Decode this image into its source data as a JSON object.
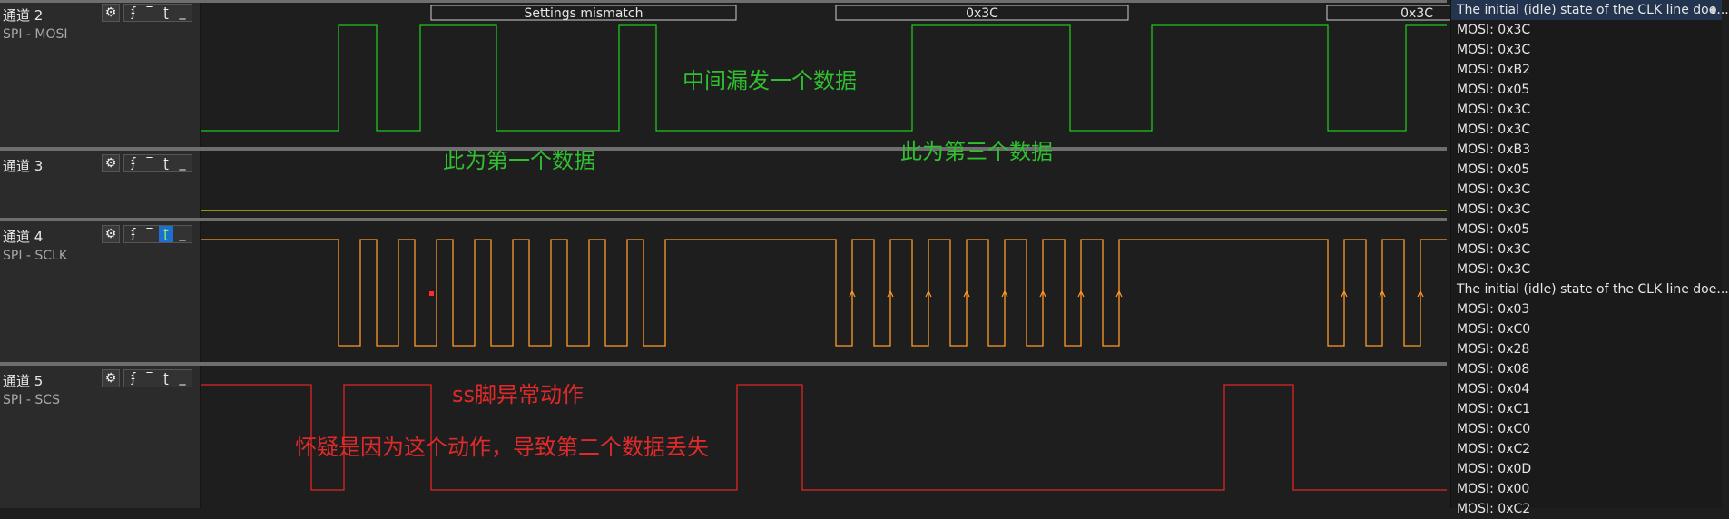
{
  "channels": [
    {
      "title": "通道 2",
      "subtitle": "SPI - MOSI"
    },
    {
      "title": "通道 3",
      "subtitle": ""
    },
    {
      "title": "通道 4",
      "subtitle": "SPI - SCLK"
    },
    {
      "title": "通道 5",
      "subtitle": "SPI - SCS"
    }
  ],
  "tools": {
    "gear": "⚙",
    "rising": "ʄ",
    "high": "‾",
    "falling": "ʈ",
    "low": "_"
  },
  "decode_bubbles": [
    "Settings mismatch",
    "0x3C",
    "0x3C"
  ],
  "annotations": {
    "missed_middle": "中间漏发一个数据",
    "first_data": "此为第一个数据",
    "third_data": "此为第三个数据",
    "ss_abnormal": "ss脚异常动作",
    "suspect": "怀疑是因为这个动作，导致第二个数据丢失"
  },
  "colors": {
    "mosi": "#1fc41f",
    "ch3": "#d8d800",
    "sclk": "#ff9a2a",
    "scs": "#e02424",
    "annot_green": "#2fbf2f",
    "annot_red": "#e02a2a"
  },
  "list_items": [
    "The initial (idle) state of the CLK line doe...",
    "MOSI: 0x3C",
    "MOSI: 0x3C",
    "MOSI: 0xB2",
    "MOSI: 0x05",
    "MOSI: 0x3C",
    "MOSI: 0x3C",
    "MOSI: 0xB3",
    "MOSI: 0x05",
    "MOSI: 0x3C",
    "MOSI: 0x3C",
    "MOSI: 0x05",
    "MOSI: 0x3C",
    "MOSI: 0x3C",
    "The initial (idle) state of the CLK line doe...",
    "MOSI: 0x03",
    "MOSI: 0xC0",
    "MOSI: 0x28",
    "MOSI: 0x08",
    "MOSI: 0x04",
    "MOSI: 0xC1",
    "MOSI: 0xC0",
    "MOSI: 0xC2",
    "MOSI: 0x0D",
    "MOSI: 0x00",
    "MOSI: 0xC2"
  ]
}
